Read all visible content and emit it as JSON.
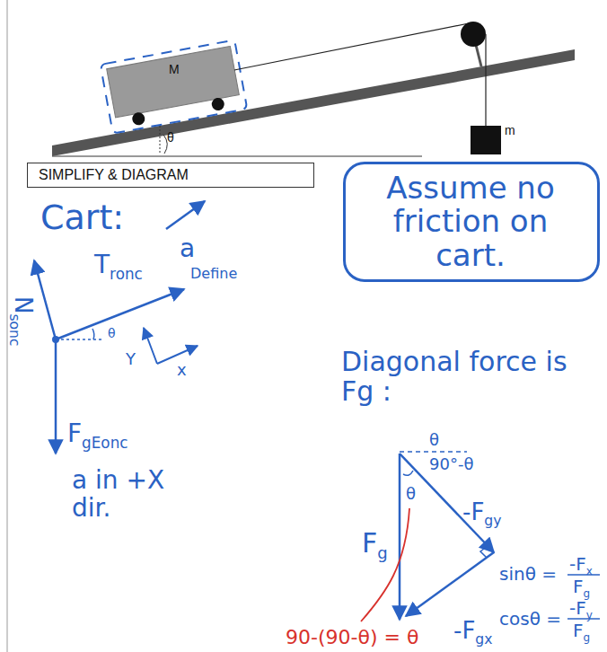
{
  "diagram": {
    "nodes": [
      {
        "text": [
          "SIMPLIFY & DIAGRAM"
        ]
      },
      {
        "text": [
          "Assume no friction on cart."
        ]
      }
    ],
    "labels": [
      "M",
      "m",
      "θ",
      "Cart:",
      "a",
      "Tronc",
      "Define",
      "Nsonc",
      "θ",
      "Y",
      "x",
      "FgEonc",
      "a in +X dir.",
      "Diagonal force is Fg :",
      "θ",
      "90°-θ",
      "θ",
      "Fg",
      "-Fgy",
      "sinθ =",
      "-Fx",
      "Fg",
      "cosθ =",
      "-Fy",
      "Fg",
      "-Fgx",
      "90-(90-θ) = θ"
    ]
  }
}
